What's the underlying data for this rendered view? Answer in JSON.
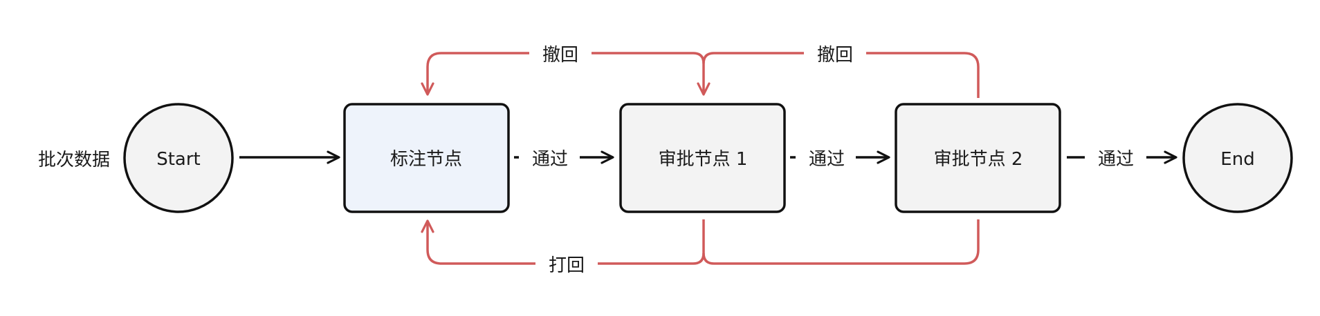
{
  "input_label": "批次数据",
  "nodes": {
    "start": "Start",
    "label_node": "标注节点",
    "approval_1": "审批节点 1",
    "approval_2": "审批节点 2",
    "end": "End"
  },
  "edges": {
    "pass_1": "通过",
    "pass_2": "通过",
    "pass_3": "通过",
    "withdraw_1": "撤回",
    "withdraw_2": "撤回",
    "reject": "打回"
  },
  "colors": {
    "stroke": "#111111",
    "red": "#d05a5a",
    "label_node_fill": "#eef3fb",
    "node_fill": "#f3f3f3"
  }
}
